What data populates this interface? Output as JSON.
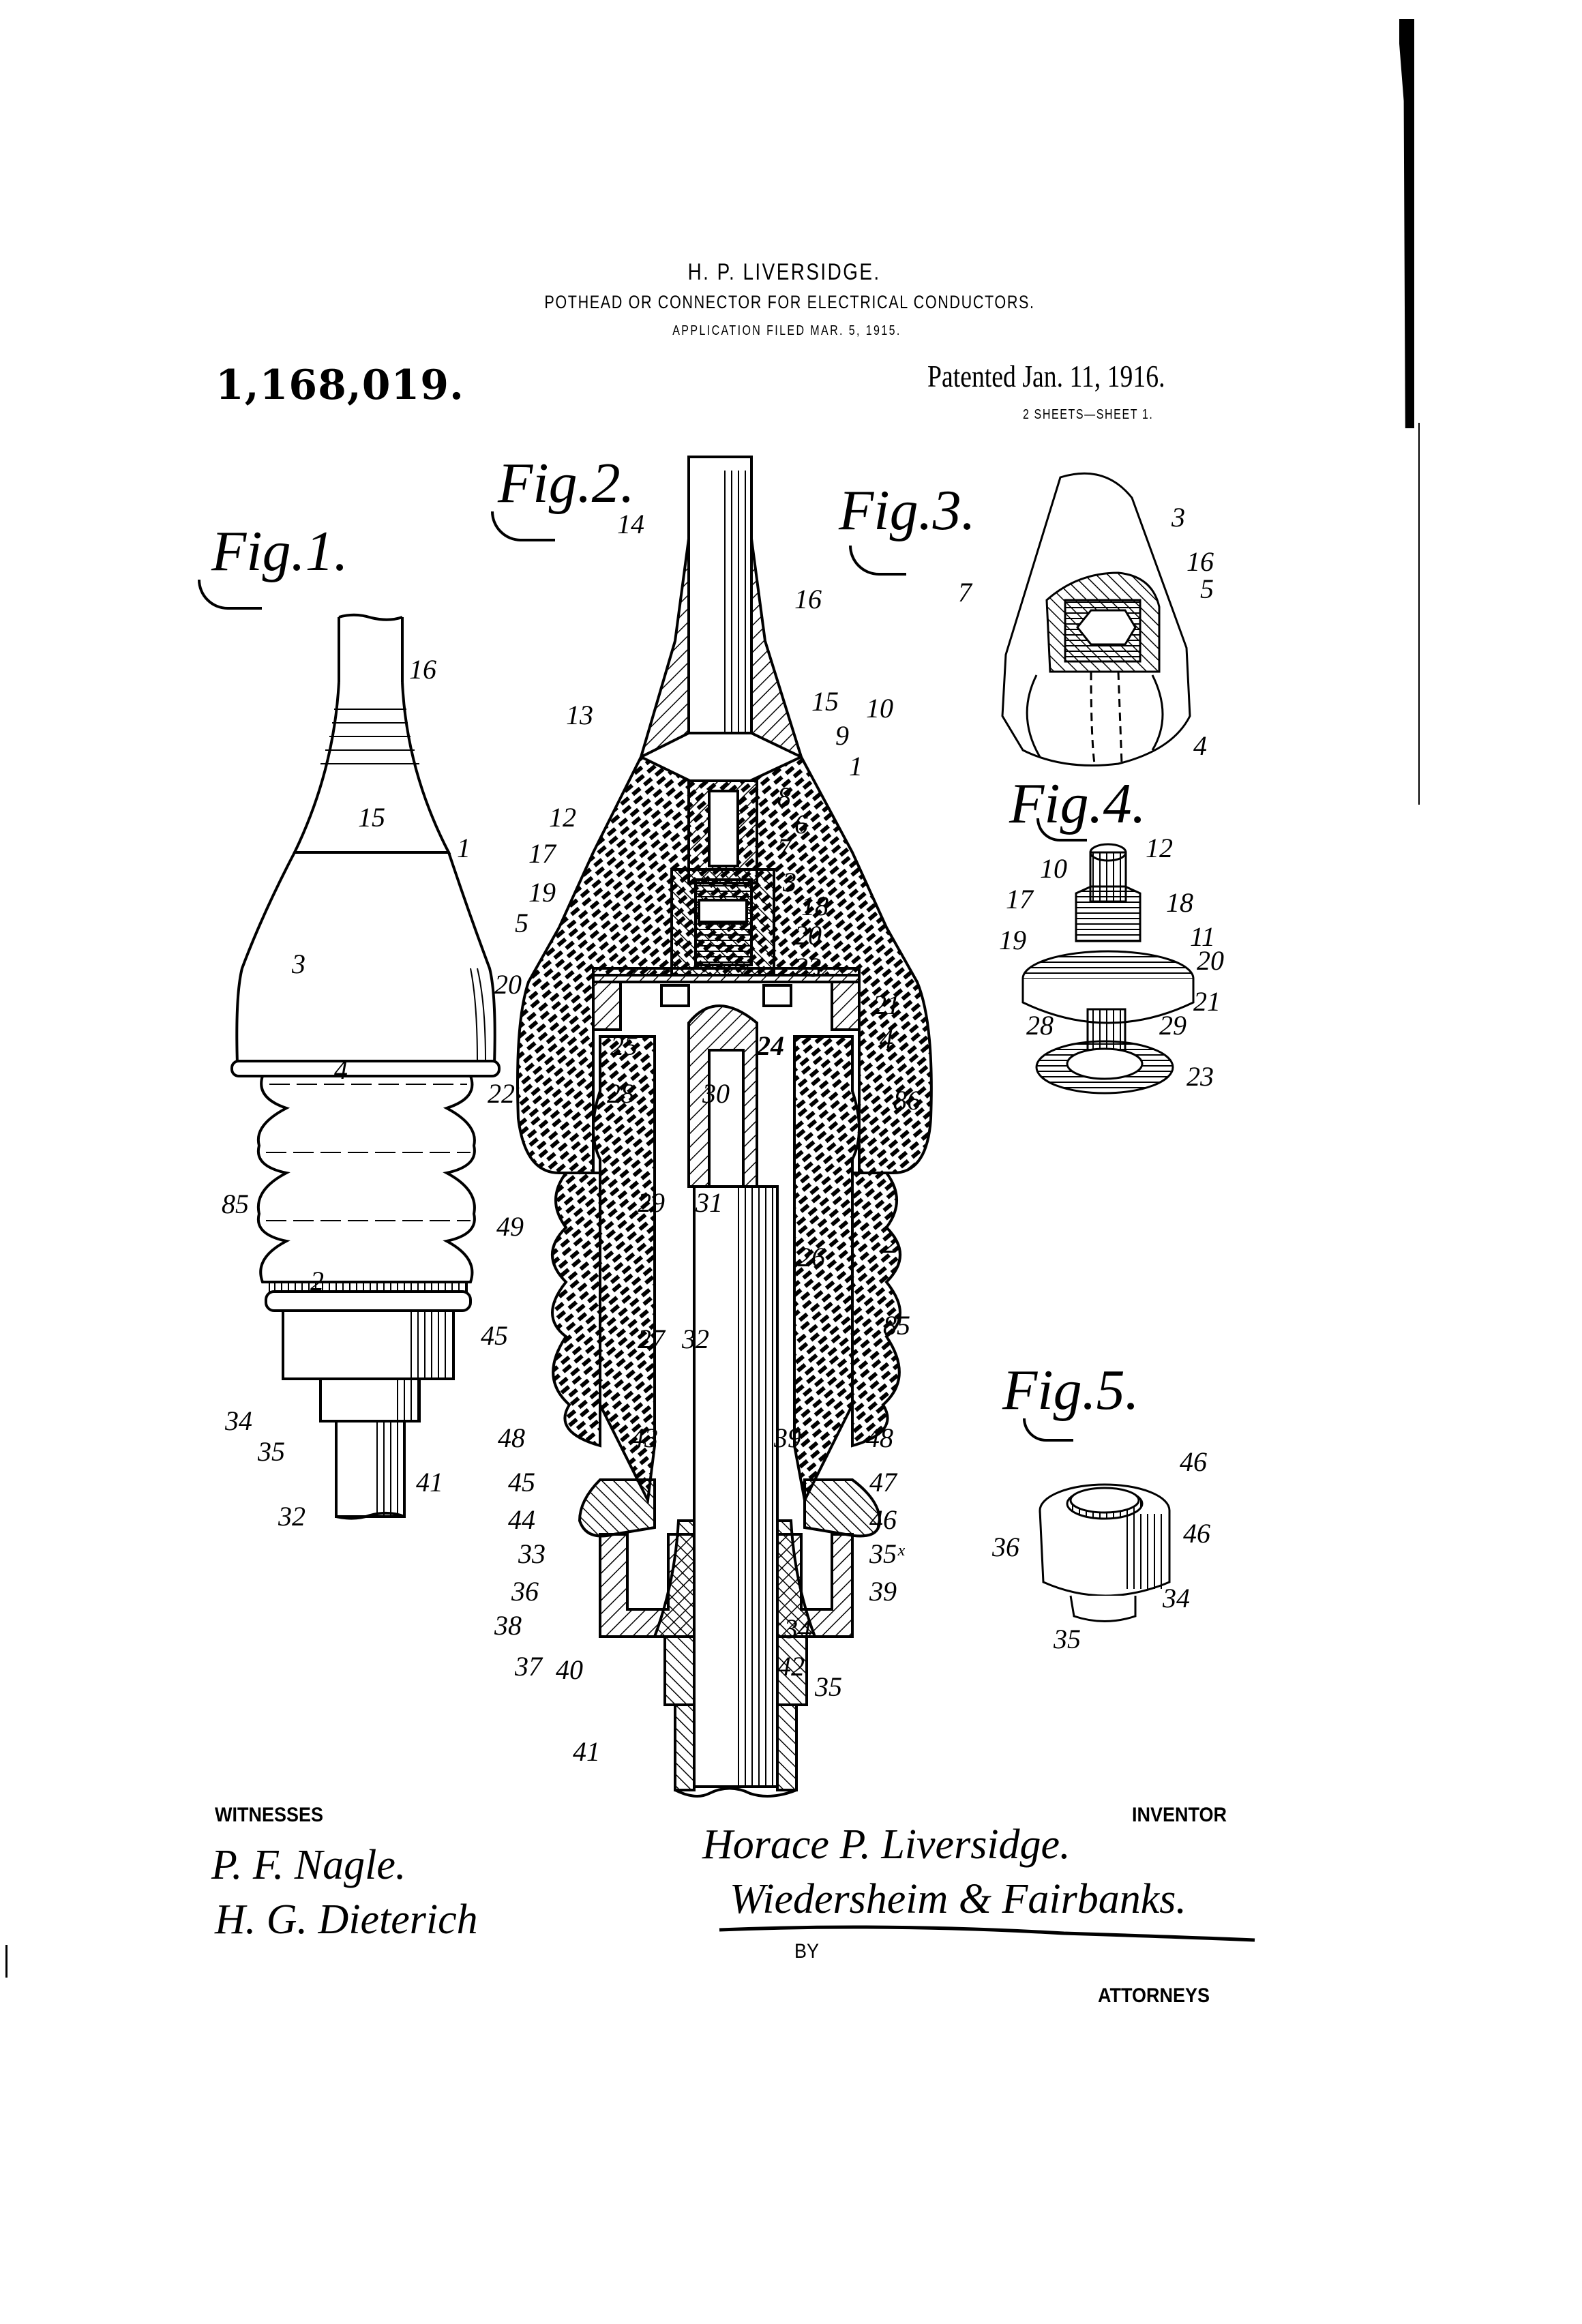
{
  "header": {
    "inventor_name": "H. P. LIVERSIDGE.",
    "title": "POTHEAD OR CONNECTOR FOR ELECTRICAL CONDUCTORS.",
    "application_filed": "APPLICATION FILED MAR. 5, 1915.",
    "patent_number": "1,168,019.",
    "patented_date": "Patented Jan. 11, 1916.",
    "sheets": "2 SHEETS—SHEET 1."
  },
  "figures": [
    {
      "label": "Fig. 1.",
      "description": "Exterior elevation of pothead with corrugated insulator",
      "reference_numerals": [
        "16",
        "15",
        "1",
        "3",
        "4",
        "85",
        "2",
        "45",
        "34",
        "35",
        "41",
        "32"
      ]
    },
    {
      "label": "Fig. 2.",
      "description": "Longitudinal sectional view of pothead connector",
      "reference_numerals": [
        "14",
        "16",
        "13",
        "15",
        "10",
        "9",
        "1",
        "12",
        "8",
        "6",
        "17",
        "7",
        "19",
        "3",
        "18",
        "5",
        "20",
        "23",
        "20",
        "21",
        "24",
        "22",
        "25",
        "4",
        "28",
        "30",
        "86",
        "29",
        "31",
        "49",
        "26",
        "2",
        "85",
        "27",
        "32",
        "48",
        "43",
        "39",
        "48",
        "45",
        "47",
        "44",
        "46",
        "33",
        "35x",
        "36",
        "39",
        "38",
        "34",
        "37",
        "40",
        "42",
        "35",
        "41"
      ]
    },
    {
      "label": "Fig. 3.",
      "description": "Perspective view of cap with hexagonal socket",
      "reference_numerals": [
        "3",
        "7",
        "16",
        "5",
        "4"
      ]
    },
    {
      "label": "Fig. 4.",
      "description": "Perspective view of contact member assembly",
      "reference_numerals": [
        "12",
        "10",
        "17",
        "18",
        "11",
        "19",
        "20",
        "21",
        "28",
        "29",
        "23"
      ]
    },
    {
      "label": "Fig. 5.",
      "description": "Perspective view of bushing collar",
      "reference_numerals": [
        "46",
        "36",
        "46",
        "34",
        "35"
      ]
    }
  ],
  "fig1": {
    "label": "Fig.1.",
    "refs": {
      "r16": "16",
      "r15": "15",
      "r1": "1",
      "r3": "3",
      "r4": "4",
      "r85": "85",
      "r2": "2",
      "r45": "45",
      "r34": "34",
      "r35": "35",
      "r41": "41",
      "r32": "32"
    }
  },
  "fig2": {
    "label": "Fig.2.",
    "refs": {
      "r14": "14",
      "r16": "16",
      "r13": "13",
      "r15": "15",
      "r10": "10",
      "r9": "9",
      "r1": "1",
      "r12": "12",
      "r8": "8",
      "r6": "6",
      "r17": "17",
      "r7": "7",
      "r19": "19",
      "r3": "3",
      "r18": "18",
      "r5": "5",
      "r20a": "20",
      "r20b": "20",
      "r23": "23",
      "r21": "21",
      "r24": "24",
      "r22": "22",
      "r25": "25",
      "r4": "4",
      "r28": "28",
      "r30": "30",
      "r86": "86",
      "r29": "29",
      "r31": "31",
      "r49": "49",
      "r26": "26",
      "r2": "2",
      "r85": "85",
      "r27": "27",
      "r32": "32",
      "r48a": "48",
      "r43": "43",
      "r39a": "39",
      "r48b": "48",
      "r45": "45",
      "r47": "47",
      "r44": "44",
      "r46": "46",
      "r33": "33",
      "r35x": "35ˣ",
      "r36": "36",
      "r39b": "39",
      "r38": "38",
      "r34": "34",
      "r37": "37",
      "r40": "40",
      "r42": "42",
      "r35": "35",
      "r41": "41"
    }
  },
  "fig3": {
    "label": "Fig.3.",
    "refs": {
      "r3": "3",
      "r7": "7",
      "r16": "16",
      "r5": "5",
      "r4": "4"
    }
  },
  "fig4": {
    "label": "Fig.4.",
    "refs": {
      "r12": "12",
      "r10": "10",
      "r17": "17",
      "r18": "18",
      "r11": "11",
      "r19": "19",
      "r20": "20",
      "r21": "21",
      "r28": "28",
      "r29": "29",
      "r23": "23"
    }
  },
  "fig5": {
    "label": "Fig.5.",
    "refs": {
      "r46a": "46",
      "r36": "36",
      "r46b": "46",
      "r34": "34",
      "r35": "35"
    }
  },
  "signatures": {
    "witnesses_heading": "WITNESSES",
    "witnesses": [
      "P. F. Nagle.",
      "H. G. Dieterich"
    ],
    "inventor_heading": "INVENTOR",
    "inventor_signature": "Horace P. Liversidge.",
    "attorney_signature": "Wiedersheim & Fairbanks.",
    "by_label": "BY",
    "attorneys_heading": "ATTORNEYS"
  }
}
